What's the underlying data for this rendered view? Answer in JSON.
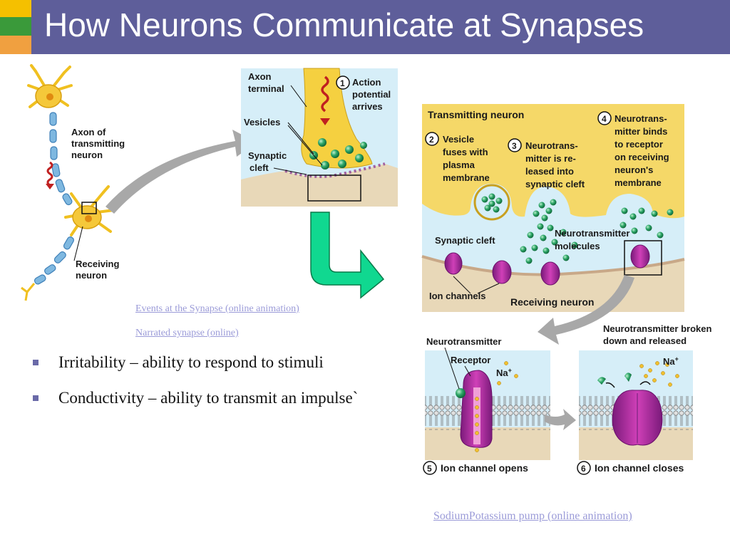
{
  "slide": {
    "title": "How Neurons Communicate at Synapses",
    "colors": {
      "title_bar": "#5e5e9a",
      "accent_yellow": "#f5c000",
      "accent_green": "#3a9a3a",
      "accent_orange": "#f0a040",
      "link": "#9b9bd8"
    }
  },
  "links": {
    "events": "Events at the Synapse (online animation)",
    "narrated": "Narrated synapse (online)",
    "pump": "SodiumPotassium pump (online animation)"
  },
  "bullets": [
    "Irritability – ability to respond to stimuli",
    "Conductivity – ability to transmit an impulse`"
  ],
  "labels": {
    "axon1": "Axon of",
    "axon2": "transmitting",
    "axon3": "neuron",
    "recv1": "Receiving",
    "recv2": "neuron",
    "term1": "Axon",
    "term2": "terminal",
    "vesicles": "Vesicles",
    "syn1": "Synaptic",
    "syn2": "cleft",
    "ap1": "Action",
    "ap2": "potential",
    "ap3": "arrives",
    "tx_header": "Transmitting neuron",
    "s2a": "Vesicle",
    "s2b": "fuses with",
    "s2c": "plasma",
    "s2d": "membrane",
    "s3a": "Neurotrans-",
    "s3b": "mitter is re-",
    "s3c": "leased into",
    "s3d": "synaptic cleft",
    "s4a": "Neurotrans-",
    "s4b": "mitter binds",
    "s4c": "to receptor",
    "s4d": "on receiving",
    "s4e": "neuron's",
    "s4f": "membrane",
    "cleft": "Synaptic cleft",
    "nt1": "Neurotransmitter",
    "nt2": "molecules",
    "ion": "Ion channels",
    "rx_neuron": "Receiving neuron",
    "nt_label": "Neurotransmitter",
    "receptor": "Receptor",
    "na": "Na",
    "broken1": "Neurotransmitter broken",
    "broken2": "down and released",
    "s5": "Ion channel opens",
    "s6": "Ion channel closes",
    "n1": "1",
    "n2": "2",
    "n3": "3",
    "n4": "4",
    "n5": "5",
    "n6": "6"
  }
}
